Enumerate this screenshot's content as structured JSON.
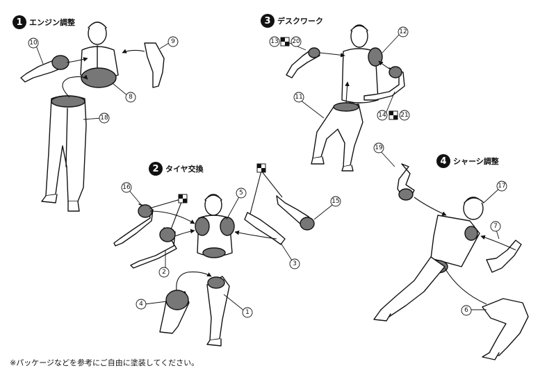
{
  "sections": [
    {
      "num": "1",
      "title": "エンジン調整"
    },
    {
      "num": "2",
      "title": "タイヤ交換"
    },
    {
      "num": "3",
      "title": "デスクワーク"
    },
    {
      "num": "4",
      "title": "シャーシ調整"
    }
  ],
  "part_numbers": {
    "p1": "1",
    "p2": "2",
    "p3": "3",
    "p4": "4",
    "p5": "5",
    "p6": "6",
    "p7": "7",
    "p8": "8",
    "p9": "9",
    "p10": "10",
    "p11": "11",
    "p12": "12",
    "p13": "13",
    "p14": "14",
    "p15": "15",
    "p16": "16",
    "p17": "17",
    "p18": "18",
    "p19": "19",
    "p20": "20",
    "p21": "21"
  },
  "footnote": "※パッケージなどを参考にご自由に塗装してください。"
}
